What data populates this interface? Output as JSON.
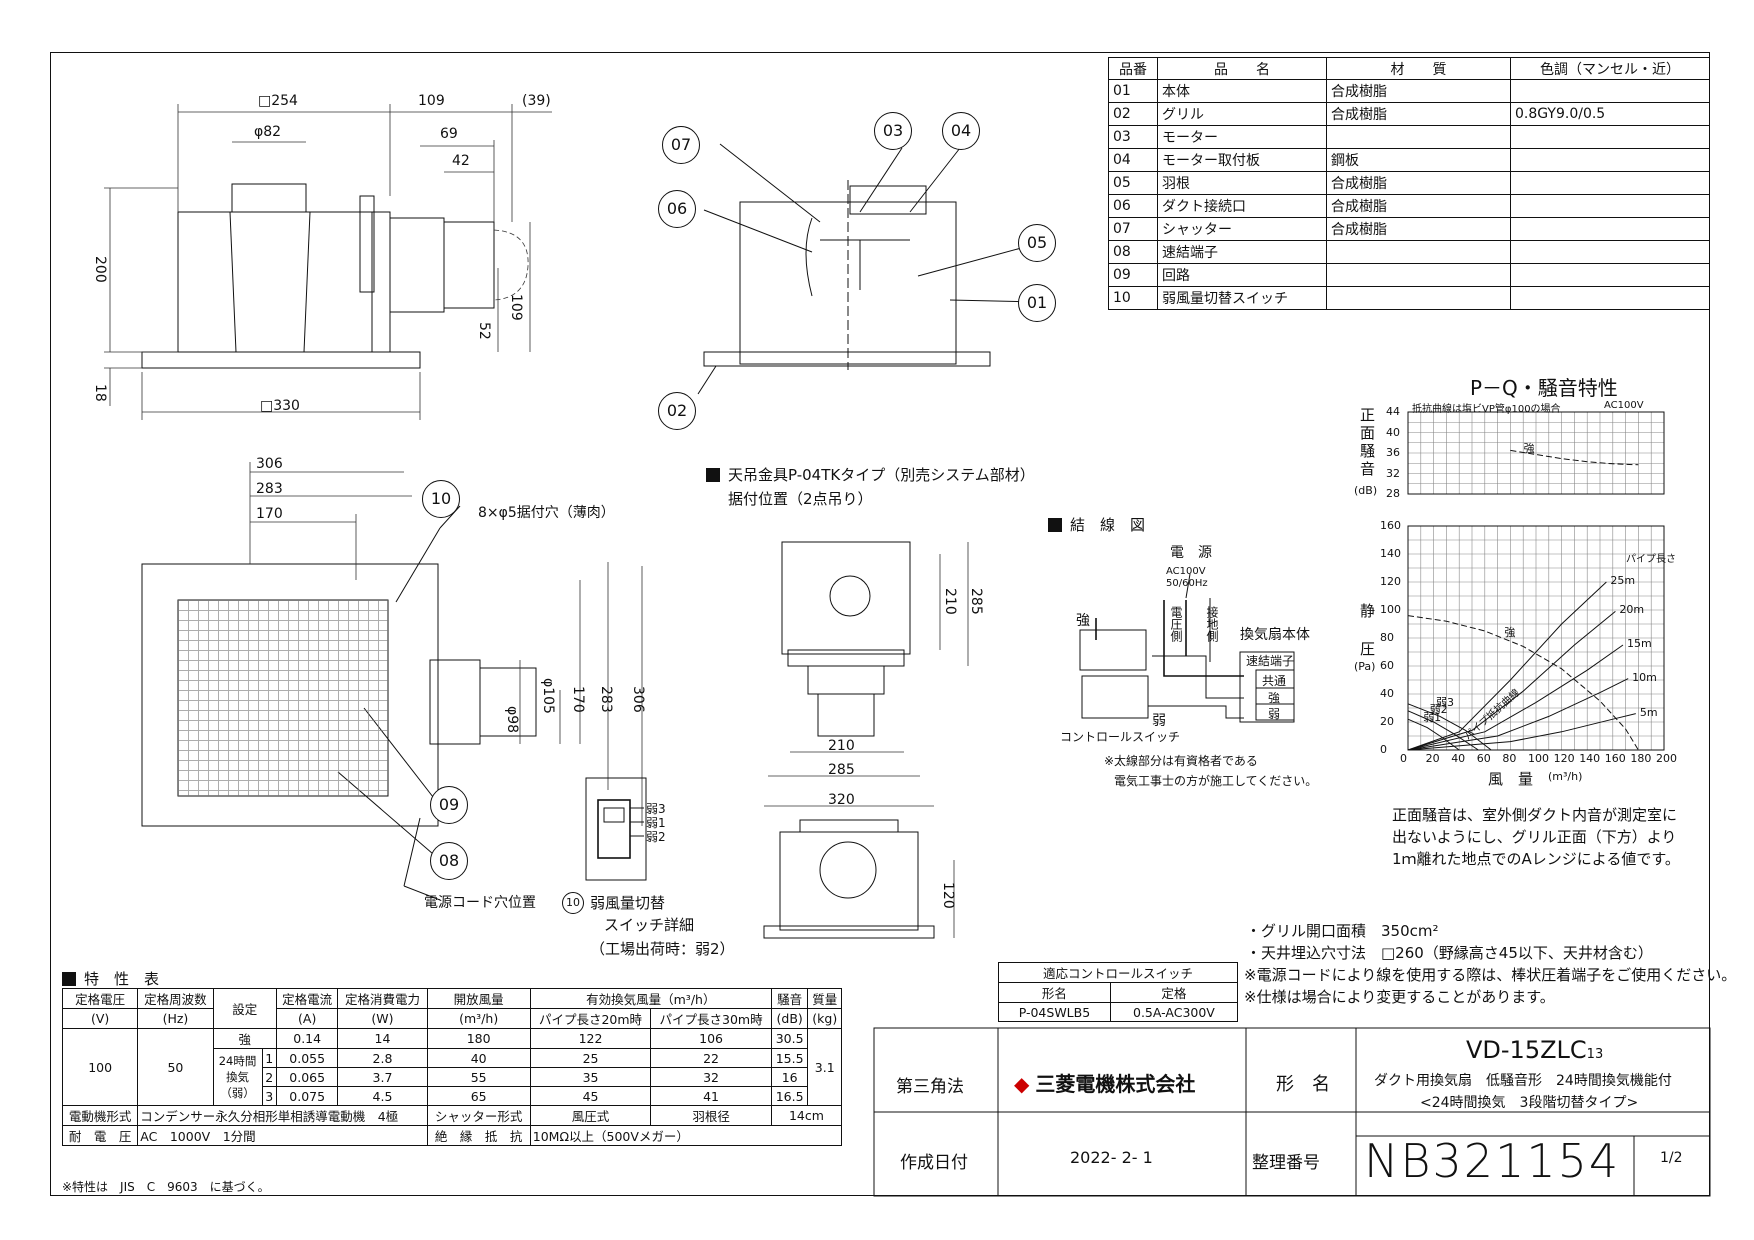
{
  "parts_table": {
    "headers": [
      "品番",
      "品　　名",
      "材　　質",
      "色調（マンセル・近）"
    ],
    "rows": [
      [
        "01",
        "本体",
        "合成樹脂",
        ""
      ],
      [
        "02",
        "グリル",
        "合成樹脂",
        "0.8GY9.0/0.5"
      ],
      [
        "03",
        "モーター",
        "",
        ""
      ],
      [
        "04",
        "モーター取付板",
        "鋼板",
        ""
      ],
      [
        "05",
        "羽根",
        "合成樹脂",
        ""
      ],
      [
        "06",
        "ダクト接続口",
        "合成樹脂",
        ""
      ],
      [
        "07",
        "シャッター",
        "合成樹脂",
        ""
      ],
      [
        "08",
        "速結端子",
        "",
        ""
      ],
      [
        "09",
        "回路",
        "",
        ""
      ],
      [
        "10",
        "弱風量切替スイッチ",
        "",
        ""
      ]
    ]
  },
  "front_view": {
    "dims": {
      "w254": "□254",
      "d109": "109",
      "d39": "(39)",
      "phi82": "φ82",
      "d69": "69",
      "d42": "42",
      "h200": "200",
      "h109": "109",
      "h52": "52",
      "h18": "18",
      "w330": "□330"
    }
  },
  "section_view": {
    "callouts": [
      "07",
      "06",
      "03",
      "04",
      "05",
      "01",
      "02"
    ]
  },
  "bottom_view": {
    "dims": {
      "d306": "306",
      "d283": "283",
      "d170": "170",
      "phi98": "φ98",
      "phi105": "φ105",
      "v170": "170",
      "v283": "283",
      "v306": "306"
    },
    "callouts": [
      "10",
      "09",
      "08"
    ],
    "mount_hole_label": "8×φ5据付穴（薄肉）",
    "cord_hole_label": "電源コード穴位置"
  },
  "switch_detail": {
    "labels": [
      "弱3",
      "弱1",
      "弱2"
    ],
    "num": "10",
    "title": "弱風量切替",
    "title2": "スイッチ詳細",
    "factory": "（工場出荷時：弱2）"
  },
  "hanger": {
    "title": "天吊金具P-04TKタイプ（別売システム部材）",
    "subtitle": "据付位置（2点吊り）",
    "dims": {
      "v210": "210",
      "v285": "285",
      "h210": "210",
      "h285": "285",
      "h320": "320",
      "v120": "120"
    }
  },
  "wiring": {
    "title": "結　線　図",
    "power": "電　源",
    "power_spec": "AC100V",
    "power_freq": "50/60Hz",
    "voltage_side": "電圧側",
    "ground_side": "接地側",
    "strong": "強",
    "weak": "弱",
    "unit_title": "換気扇本体",
    "terminal_title": "速結端子",
    "terminals": [
      "共通",
      "強",
      "弱"
    ],
    "control_switch": "コントロールスイッチ",
    "note1": "※太線部分は有資格者である",
    "note2": "電気工事士の方が施工してください。"
  },
  "pq_chart": {
    "title": "P－Q・騒音特性",
    "note": "抵抗曲線は塩ビVP管φ100の場合",
    "ac": "AC100V",
    "noise_label": [
      "正",
      "面",
      "騒",
      "音"
    ],
    "noise_unit": "(dB)",
    "pressure_label": [
      "静",
      "圧"
    ],
    "pressure_unit": "(Pa)",
    "xlabel": "風　量",
    "xunit": "(m³/h)",
    "pipe_label": "パイプ長さ",
    "curve_label": "パイプ抵抗曲線",
    "notes": [
      "正面騒音は、室外側ダクト内音が測定室に",
      "出ないようにし、グリル正面（下方）より",
      "1ｍ離れた地点でのAレンジによる値です。"
    ]
  },
  "chart_data": {
    "type": "line",
    "title": "P－Q・騒音特性",
    "xlabel": "風　量",
    "xunit": "(m³/h)",
    "xlim": [
      0,
      200
    ],
    "x_ticks": [
      0,
      20,
      40,
      60,
      80,
      100,
      120,
      140,
      160,
      180,
      200
    ],
    "noise": {
      "ylim": [
        28,
        44
      ],
      "y_ticks": [
        28,
        32,
        36,
        40,
        44
      ],
      "series": [
        {
          "name": "強",
          "x": [
            80,
            100,
            120,
            140,
            160,
            180
          ],
          "y": [
            36.5,
            35.7,
            34.9,
            34.3,
            33.9,
            33.7
          ]
        }
      ]
    },
    "pressure": {
      "ylim": [
        0,
        160
      ],
      "y_ticks": [
        0,
        20,
        40,
        60,
        80,
        100,
        120,
        140,
        160
      ],
      "series": [
        {
          "name": "強",
          "x": [
            0,
            30,
            60,
            90,
            120,
            150,
            170,
            180
          ],
          "y": [
            96,
            92,
            85,
            74,
            58,
            35,
            15,
            0
          ]
        },
        {
          "name": "弱1",
          "x": [
            0,
            15,
            25,
            40
          ],
          "y": [
            22,
            16,
            10,
            0
          ]
        },
        {
          "name": "弱2",
          "x": [
            0,
            20,
            35,
            55
          ],
          "y": [
            28,
            20,
            12,
            0
          ]
        },
        {
          "name": "弱3",
          "x": [
            0,
            25,
            45,
            65
          ],
          "y": [
            33,
            24,
            14,
            0
          ]
        }
      ],
      "pipe_curves": [
        {
          "name": "25m",
          "x": [
            0,
            40,
            80,
            120,
            155
          ],
          "y": [
            0,
            13,
            50,
            90,
            120
          ]
        },
        {
          "name": "20m",
          "x": [
            0,
            50,
            90,
            130,
            162
          ],
          "y": [
            0,
            14,
            42,
            75,
            99
          ]
        },
        {
          "name": "15m",
          "x": [
            0,
            60,
            100,
            140,
            168
          ],
          "y": [
            0,
            13,
            34,
            57,
            75
          ]
        },
        {
          "name": "10m",
          "x": [
            0,
            70,
            110,
            150,
            172
          ],
          "y": [
            0,
            10,
            24,
            41,
            51
          ]
        },
        {
          "name": "5m",
          "x": [
            0,
            80,
            120,
            160,
            178
          ],
          "y": [
            0,
            6,
            13,
            22,
            26
          ]
        }
      ]
    }
  },
  "spec": {
    "title": "特　性　表",
    "headers": [
      "定格電圧",
      "定格周波数",
      "設定",
      "定格電流",
      "定格消費電力",
      "開放風量",
      "有効換気風量（m³/h）",
      "騒音",
      "質量"
    ],
    "units": [
      "(V)",
      "(Hz)",
      "",
      "(A)",
      "(W)",
      "(m³/h)",
      "パイプ長さ20m時",
      "パイプ長さ30m時",
      "(dB)",
      "(kg)"
    ],
    "voltage": "100",
    "freq": "50",
    "mode24": "24時間換気（弱）",
    "rows": [
      {
        "set": "強",
        "sub": "",
        "a": "0.14",
        "w": "14",
        "open": "180",
        "p20": "122",
        "p30": "106",
        "db": "30.5"
      },
      {
        "set": "",
        "sub": "1",
        "a": "0.055",
        "w": "2.8",
        "open": "40",
        "p20": "25",
        "p30": "22",
        "db": "15.5"
      },
      {
        "set": "",
        "sub": "2",
        "a": "0.065",
        "w": "3.7",
        "open": "55",
        "p20": "35",
        "p30": "32",
        "db": "16"
      },
      {
        "set": "",
        "sub": "3",
        "a": "0.075",
        "w": "4.5",
        "open": "65",
        "p20": "45",
        "p30": "41",
        "db": "16.5"
      }
    ],
    "mass": "3.1",
    "motor_label": "電動機形式",
    "motor": "コンデンサー永久分相形単相誘導電動機　4極",
    "shutter_label": "シャッター形式",
    "shutter": "風圧式",
    "blade_label": "羽根径",
    "blade": "14cm",
    "withstand_label": "耐　電　圧",
    "withstand": "AC　1000V　1分間",
    "insulation_label": "絶　縁　抵　抗",
    "insulation": "10MΩ以上（500Vメガー）",
    "footnote": "※特性は　JIS　C　9603　に基づく。"
  },
  "control_switch": {
    "title": "適応コントロールスイッチ",
    "h1": "形名",
    "h2": "定格",
    "model": "P-04SWLB5",
    "rating": "0.5A-AC300V"
  },
  "notes": [
    "・グリル開口面積　350cm²",
    "・天井埋込穴寸法　□260（野縁高さ45以下、天井材含む）",
    "※電源コードにより線を使用する際は、棒状圧着端子をご使用ください。",
    "※仕様は場合により変更することがあります。"
  ],
  "title_block": {
    "projection": "第三角法",
    "company": "三菱電機株式会社",
    "model_label": "形　名",
    "model": "VD-15ZLC",
    "model_sub": "13",
    "desc1": "ダクト用換気扇　低騒音形　24時間換気機能付",
    "desc2": "<24時間換気　3段階切替タイプ>",
    "date_label": "作成日付",
    "date": "2022- 2- 1",
    "number_label": "整理番号",
    "number": "NB321154",
    "page": "1/2"
  }
}
